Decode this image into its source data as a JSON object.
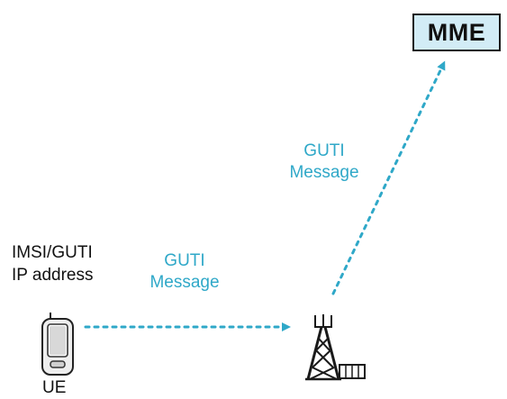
{
  "mme": {
    "label": "MME"
  },
  "ue": {
    "info_line1": "IMSI/GUTI",
    "info_line2": "IP address",
    "label": "UE"
  },
  "messages": {
    "ue_to_enb": {
      "line1": "GUTI",
      "line2": "Message"
    },
    "enb_to_mme": {
      "line1": "GUTI",
      "line2": "Message"
    }
  },
  "colors": {
    "arrow": "#2fa8c8",
    "message_text": "#2fa8c8",
    "mme_fill": "#d2ecf6",
    "ink": "#111111"
  },
  "icons": {
    "ue": "mobile-phone-icon",
    "enb": "cell-tower-icon"
  }
}
